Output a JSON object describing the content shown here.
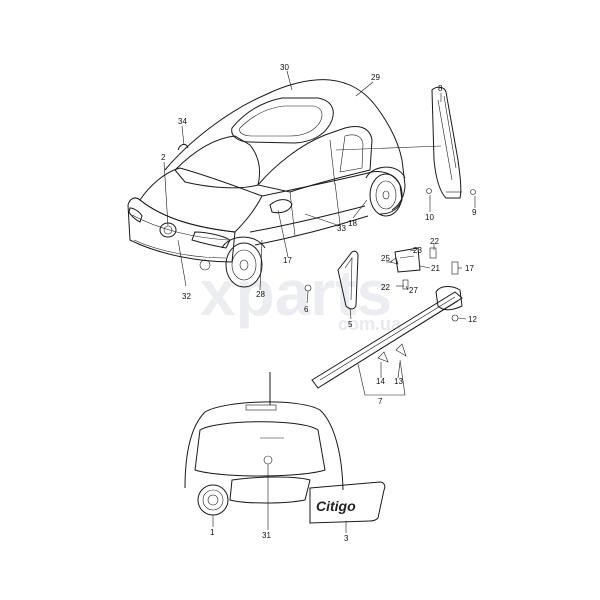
{
  "watermark": {
    "main": "xparts",
    "sub": "com.ua"
  },
  "badge_text": "Citigo",
  "callouts": [
    {
      "id": "c30",
      "label": "30"
    },
    {
      "id": "c29",
      "label": "29"
    },
    {
      "id": "c8",
      "label": "8"
    },
    {
      "id": "c34",
      "label": "34"
    },
    {
      "id": "c2",
      "label": "2"
    },
    {
      "id": "c10",
      "label": "10"
    },
    {
      "id": "c9",
      "label": "9"
    },
    {
      "id": "c33",
      "label": "33"
    },
    {
      "id": "c18",
      "label": "18"
    },
    {
      "id": "c22a",
      "label": "22"
    },
    {
      "id": "c23",
      "label": "23"
    },
    {
      "id": "c25",
      "label": "25"
    },
    {
      "id": "c21",
      "label": "21"
    },
    {
      "id": "c17a",
      "label": "17"
    },
    {
      "id": "c17b",
      "label": "17"
    },
    {
      "id": "c22b",
      "label": "22"
    },
    {
      "id": "c27",
      "label": "27"
    },
    {
      "id": "c32",
      "label": "32"
    },
    {
      "id": "c28",
      "label": "28"
    },
    {
      "id": "c6",
      "label": "6"
    },
    {
      "id": "c5",
      "label": "5"
    },
    {
      "id": "c12",
      "label": "12"
    },
    {
      "id": "c14",
      "label": "14"
    },
    {
      "id": "c13",
      "label": "13"
    },
    {
      "id": "c7",
      "label": "7"
    },
    {
      "id": "c1",
      "label": "1"
    },
    {
      "id": "c31",
      "label": "31"
    },
    {
      "id": "c3",
      "label": "3"
    }
  ]
}
